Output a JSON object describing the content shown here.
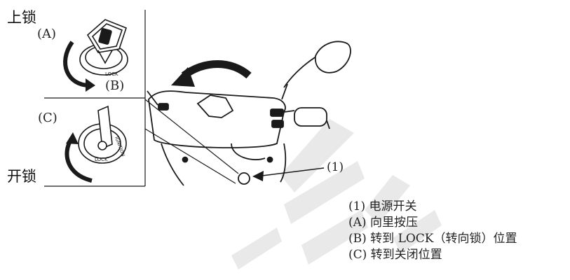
{
  "panels": {
    "lock_title": "上锁",
    "unlock_title": "开锁",
    "step_a": "(A)",
    "step_b": "(B)",
    "step_c": "(C)"
  },
  "key_dial": {
    "lock_text": "LOCK",
    "ignition_text": "IGNITION",
    "lock_seat_text": "LOCK"
  },
  "callouts": {
    "power_switch": "(1)"
  },
  "legend": {
    "items": [
      "(1) 电源开关",
      "(A) 向里按压",
      "(B) 转到 LOCK（转向锁）位置",
      "(C) 转到关闭位置"
    ]
  },
  "colors": {
    "line": "#1a1a1a",
    "watermark": "#e9e9e9"
  }
}
